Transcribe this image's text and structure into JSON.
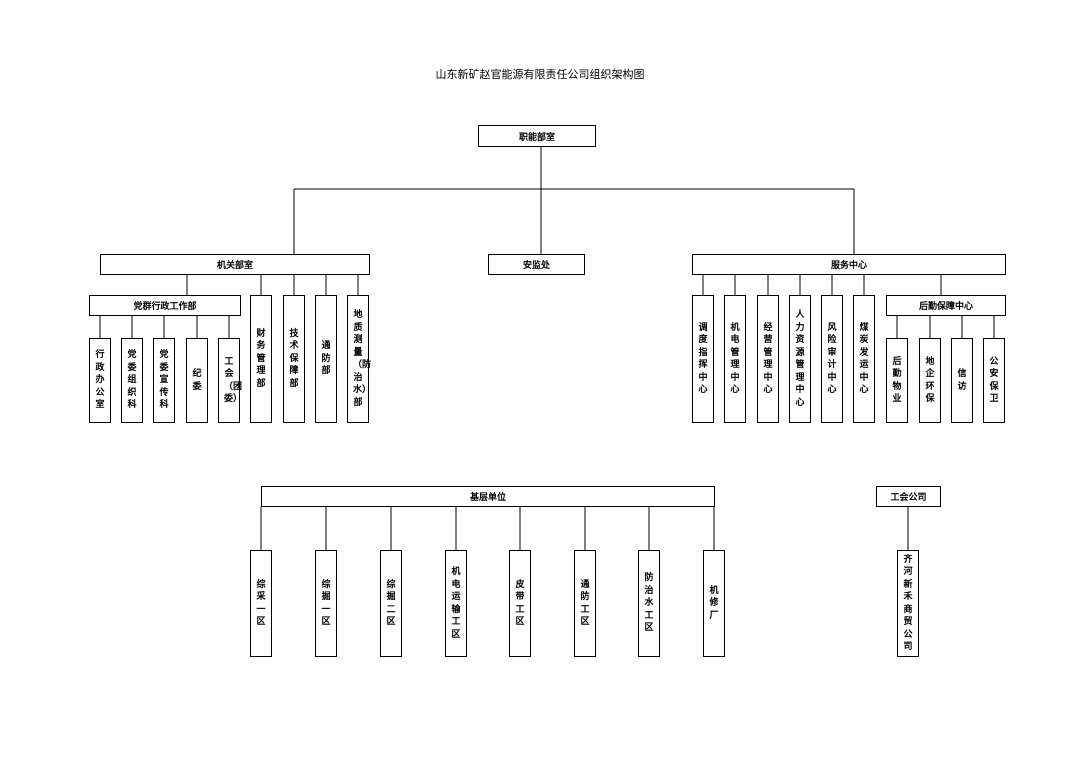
{
  "title": "山东新矿赵官能源有限责任公司组织架构图",
  "root": "职能部室",
  "level1": {
    "jiguan": "机关部室",
    "anjian": "安监处",
    "fuwu": "服务中心"
  },
  "dangqun": {
    "label": "党群行政工作部",
    "items": [
      "行政办公室",
      "党委组织科",
      "党委宣传科",
      "纪委",
      "工会（团委）"
    ]
  },
  "jiguan_items": [
    "财务管理部",
    "技术保障部",
    "通防部",
    "地质测量（防治水）部"
  ],
  "fuwu_items": [
    "调度指挥中心",
    "机电管理中心",
    "经营管理中心",
    "人力资源管理中心",
    "风险审计中心",
    "煤炭发运中心"
  ],
  "houqin": {
    "label": "后勤保障中心",
    "items": [
      "后勤物业",
      "地企环保",
      "信访",
      "公安保卫"
    ]
  },
  "jiceng": {
    "label": "基层单位",
    "items": [
      "综采一区",
      "综掘一区",
      "综掘二区",
      "机电运输工区",
      "皮带工区",
      "通防工区",
      "防治水工区",
      "机修厂"
    ]
  },
  "gonghui": {
    "label": "工会公司",
    "items": [
      "齐河新禾商贸公司"
    ]
  }
}
